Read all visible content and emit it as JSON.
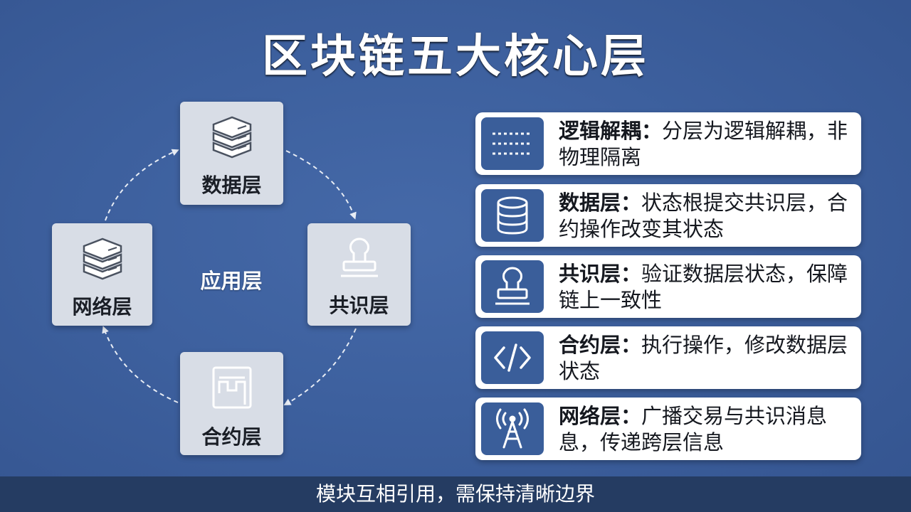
{
  "title": "区块链五大核心层",
  "diagram": {
    "center_label": "应用层",
    "nodes": [
      {
        "label": "数据层",
        "icon": "server-stack-icon"
      },
      {
        "label": "共识层",
        "icon": "stamp-icon"
      },
      {
        "label": "合约层",
        "icon": "document-icon"
      },
      {
        "label": "网络层",
        "icon": "server-stack-icon"
      }
    ]
  },
  "cards": [
    {
      "title": "逻辑解耦：",
      "desc": "分层为逻辑解耦，非物理隔离",
      "icon": "dotted-lines-icon"
    },
    {
      "title": "数据层：",
      "desc": "状态根提交共识层，合约操作改变其状态",
      "icon": "database-icon"
    },
    {
      "title": "共识层：",
      "desc": "验证数据层状态，保障链上一致性",
      "icon": "stamp-icon"
    },
    {
      "title": "合约层：",
      "desc": "执行操作，修改数据层状态",
      "icon": "code-brackets-icon"
    },
    {
      "title": "网络层：",
      "desc": "广播交易与共识消息息，传递跨层信息",
      "icon": "antenna-tower-icon"
    }
  ],
  "subtitle": "模块互相引用，需保持清晰边界",
  "colors": {
    "background": "#3d609e",
    "node_fill": "#d8dde6",
    "card_icon_fill": "#3a5e9a",
    "subtitle_bar": "#253c62"
  }
}
